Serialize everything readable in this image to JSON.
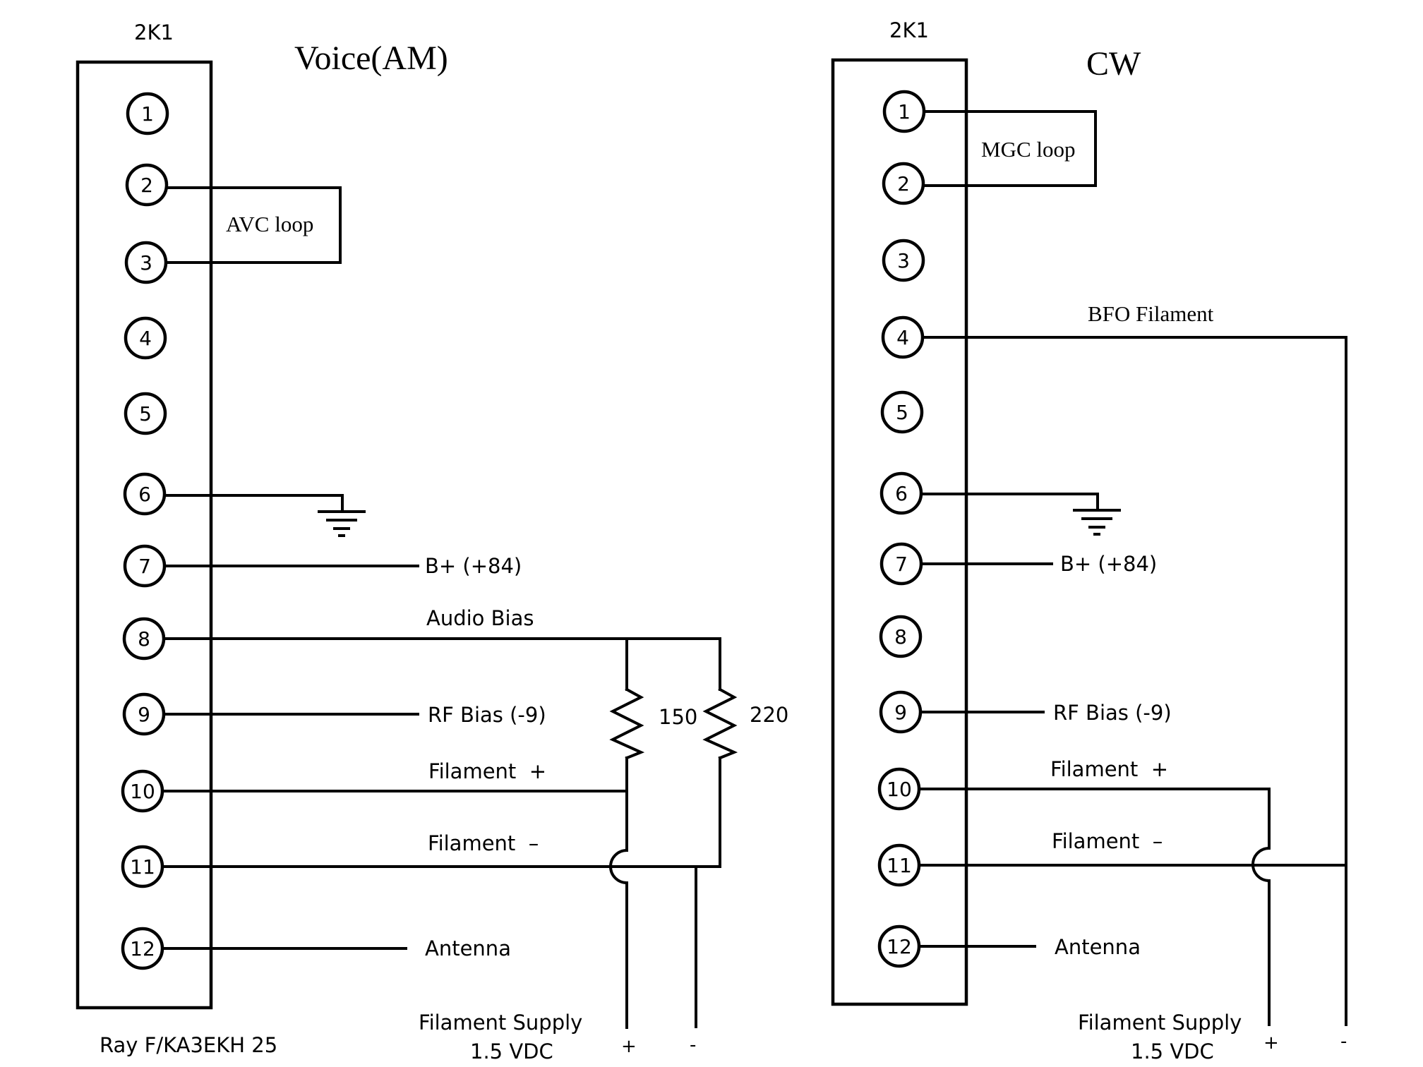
{
  "left": {
    "connector_label": "2K1",
    "title": "Voice(AM)",
    "loop_label": "AVC loop",
    "pins": [
      "1",
      "2",
      "3",
      "4",
      "5",
      "6",
      "7",
      "8",
      "9",
      "10",
      "11",
      "12"
    ],
    "b_plus": "B+ (+84)",
    "audio_bias": "Audio Bias",
    "rf_bias": "RF Bias (-9)",
    "fil_plus": "Filament  +",
    "fil_minus": "Filament  –",
    "antenna": "Antenna",
    "res1": "150",
    "res2": "220",
    "supply_line1": "Filament Supply",
    "supply_line2": "1.5 VDC",
    "plus": "+",
    "minus": "-"
  },
  "right": {
    "connector_label": "2K1",
    "title": "CW",
    "loop_label": "MGC loop",
    "pins": [
      "1",
      "2",
      "3",
      "4",
      "5",
      "6",
      "7",
      "8",
      "9",
      "10",
      "11",
      "12"
    ],
    "bfo": "BFO Filament",
    "b_plus": "B+ (+84)",
    "rf_bias": "RF Bias (-9)",
    "fil_plus": "Filament  +",
    "fil_minus": "Filament  –",
    "antenna": "Antenna",
    "supply_line1": "Filament Supply",
    "supply_line2": "1.5 VDC",
    "plus": "+",
    "minus": "-"
  },
  "credit": "Ray F/KA3EKH 25"
}
